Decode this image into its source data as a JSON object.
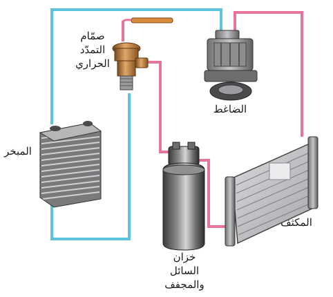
{
  "labels": {
    "expansion_valve": [
      "صمّام",
      "التمدّد",
      "الحراري"
    ],
    "compressor": "الضاغط",
    "evaporator": "المبخر",
    "condenser": "المكثف",
    "receiver_drier": [
      "خزان",
      "السائل",
      "والمجفف"
    ]
  },
  "colors": {
    "low_pressure_line": "#5bc3dc",
    "high_pressure_line": "#e8749e",
    "metal_dark": "#4d4d4f",
    "metal_light": "#c9c9cb",
    "brass": "#c8894a"
  },
  "icons": {
    "expansion_valve": "brass-valve-icon",
    "compressor": "compressor-icon",
    "evaporator": "evaporator-coil-icon",
    "condenser": "condenser-radiator-icon",
    "receiver_drier": "receiver-drier-cylinder-icon"
  }
}
